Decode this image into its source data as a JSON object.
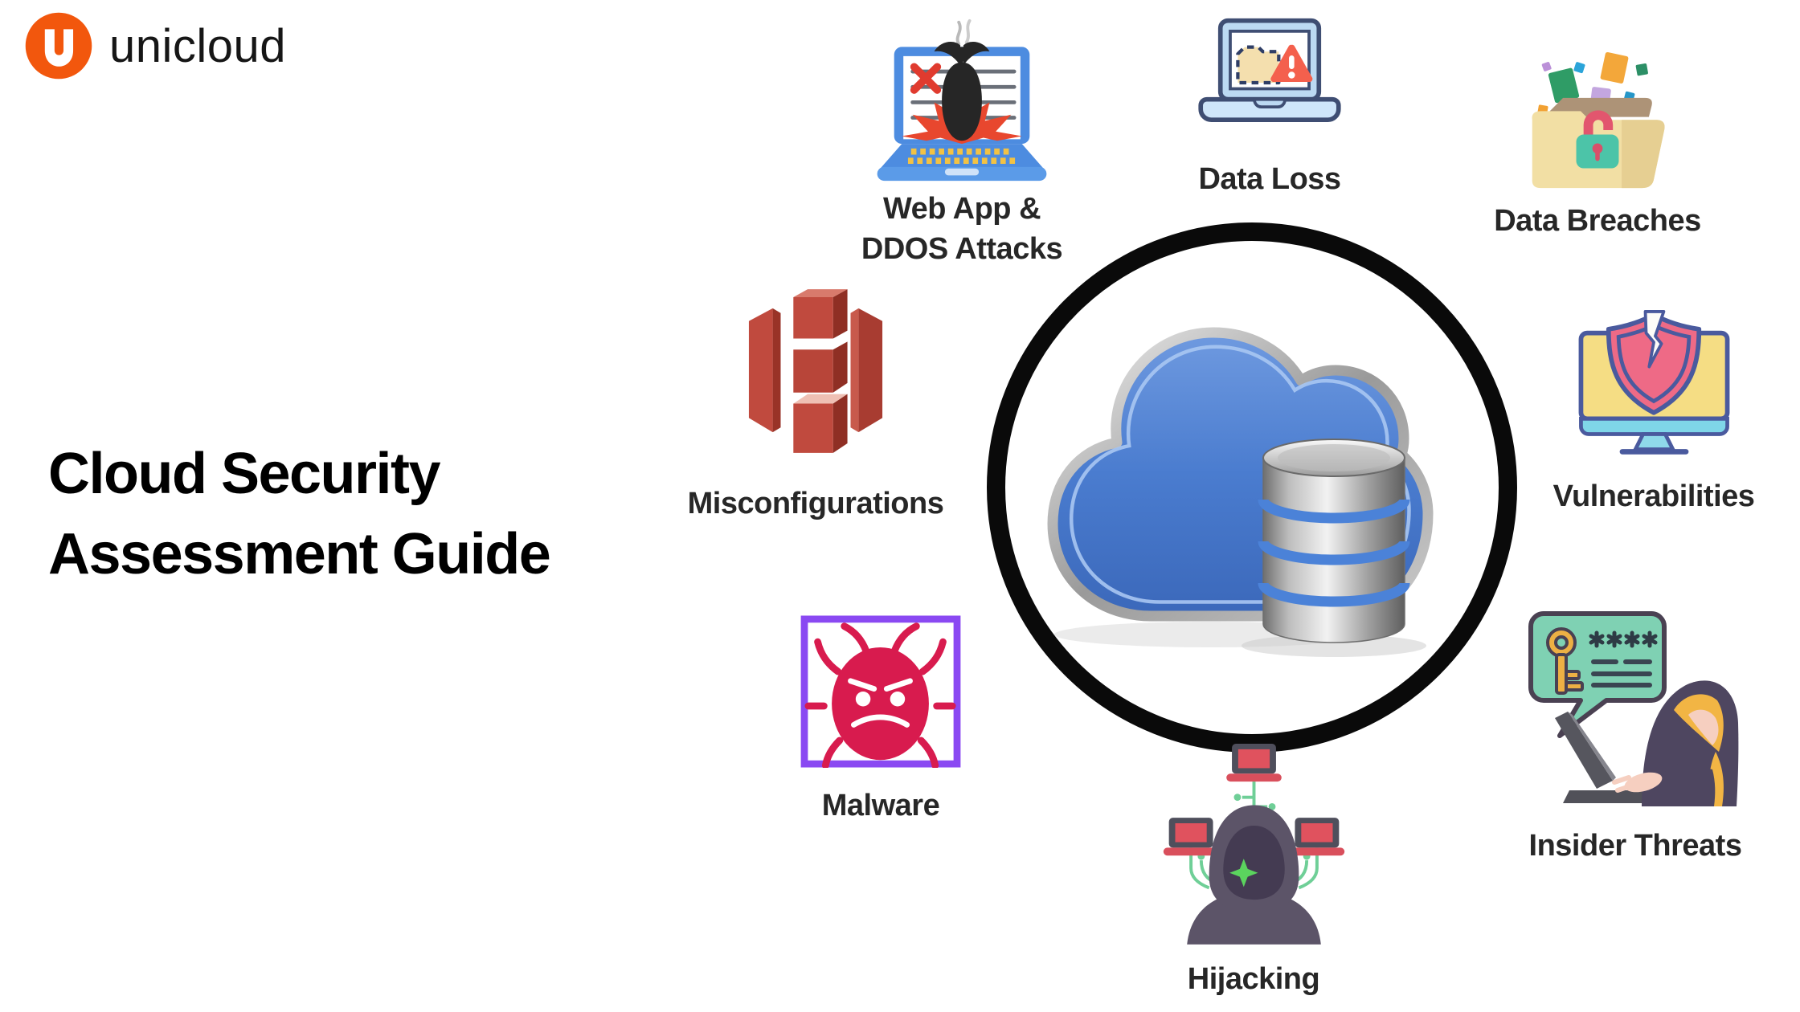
{
  "brand": {
    "name": "unicloud",
    "logo_letter": "u",
    "logo_color": "#F2570D"
  },
  "title": {
    "line1": "Cloud Security",
    "line2": "Assessment Guide"
  },
  "center": {
    "icon": "cloud-with-database-icon",
    "ring_color": "#0A0A0A"
  },
  "threats": [
    {
      "key": "web-app-ddos-attacks",
      "label": "Web App &\nDDOS Attacks",
      "icon": "bomb-laptop-icon"
    },
    {
      "key": "data-loss",
      "label": "Data Loss",
      "icon": "laptop-warning-icon"
    },
    {
      "key": "data-breaches",
      "label": "Data Breaches",
      "icon": "open-folder-leak-icon"
    },
    {
      "key": "vulnerabilities",
      "label": "Vulnerabilities",
      "icon": "cracked-shield-monitor-icon"
    },
    {
      "key": "insider-threats",
      "label": "Insider Threats",
      "icon": "hacker-password-bubble-icon"
    },
    {
      "key": "hijacking",
      "label": "Hijacking",
      "icon": "hooded-botnet-icon"
    },
    {
      "key": "malware",
      "label": "Malware",
      "icon": "bug-icon"
    },
    {
      "key": "misconfigurations",
      "label": "Misconfigurations",
      "icon": "storage-bucket-icon"
    }
  ],
  "colors": {
    "brand_orange": "#F2570D",
    "ring_black": "#0A0A0A",
    "cloud_blue": "#4A7CCF",
    "database_silver": "#BDBDBD",
    "bucket_red": "#C04A3E",
    "bug_crimson": "#D81B4E",
    "bug_border_purple": "#8A49F2",
    "laptop_blue": "#4D8CE0",
    "warning_red": "#F4604D",
    "folder_tan": "#F2DFA4",
    "lock_teal": "#4CC4A8",
    "shield_pink": "#EE6A86",
    "screen_yellow": "#F5DD84",
    "monitor_cyan": "#7FD6E8",
    "bubble_green": "#7FD1B3",
    "circuit_green": "#6FCF97",
    "hoodie_gray": "#5C5468",
    "title_black": "#000000",
    "label_dark": "#272727"
  }
}
